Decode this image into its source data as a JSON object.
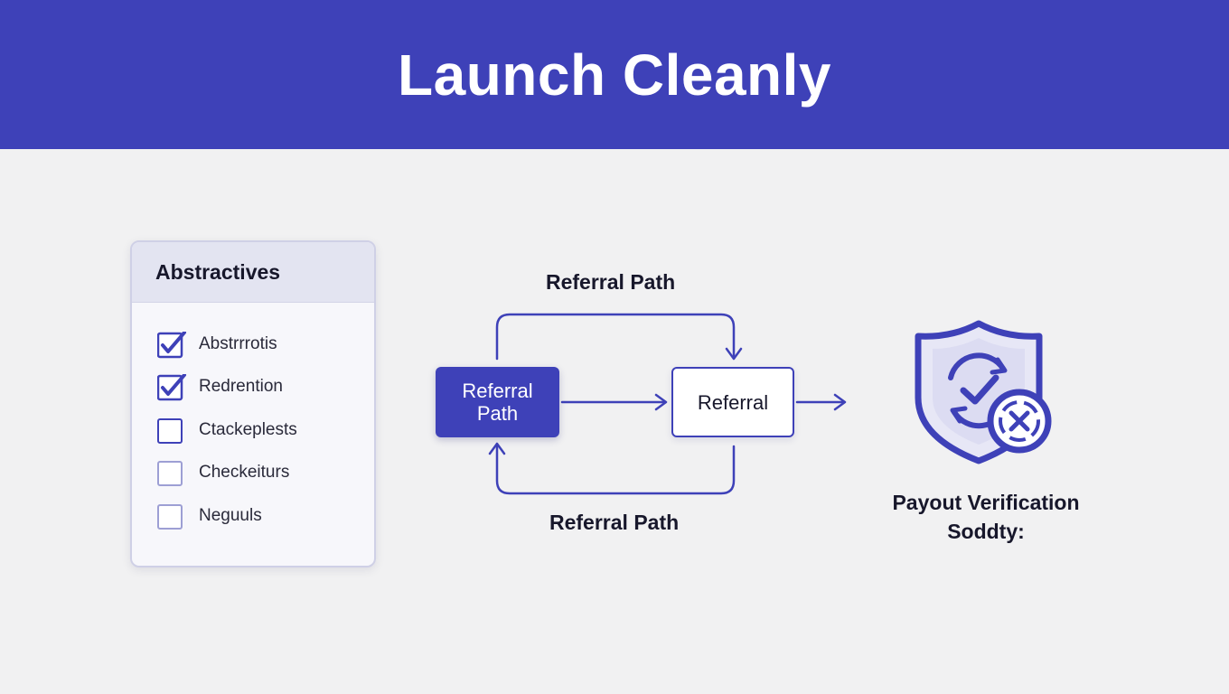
{
  "header": {
    "title": "Launch Cleanly"
  },
  "checklist": {
    "title": "Abstractives",
    "items": [
      {
        "label": "Abstrrrotis",
        "checked": true
      },
      {
        "label": "Redrention",
        "checked": true
      },
      {
        "label": "Ctackeplests",
        "checked": false
      },
      {
        "label": "Checkeiturs",
        "checked": false
      },
      {
        "label": "Neguuls",
        "checked": false
      }
    ]
  },
  "flow": {
    "top_label": "Referral Path",
    "bottom_label": "Referral Path",
    "source_node": "Referral Path",
    "target_node": "Referral"
  },
  "shield": {
    "icon": "shield-check-icon",
    "badge_icon": "x-circle-icon",
    "caption_line1": "Payout Verification",
    "caption_line2": "Soddty:"
  },
  "colors": {
    "accent": "#3e41b8",
    "background": "#f1f1f2",
    "shield_fill": "#e7e7f6"
  }
}
